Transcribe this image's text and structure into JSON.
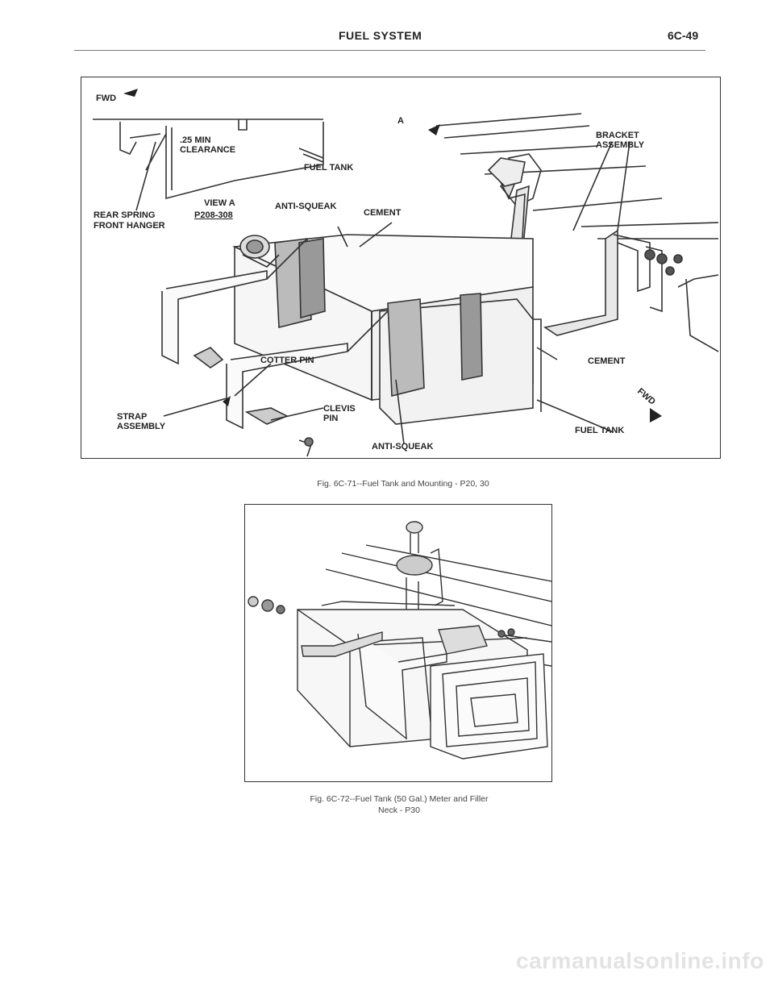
{
  "header": {
    "title": "FUEL SYSTEM",
    "page": "6C-49"
  },
  "figure1": {
    "labels": {
      "fwd_top": "FWD",
      "min_clearance": ".25 MIN",
      "clearance": "CLEARANCE",
      "fuel_tank_top": "FUEL TANK",
      "view_a": "VIEW A",
      "view_code": "P208-308",
      "rear_spring": "REAR SPRING",
      "front_hanger": "FRONT HANGER",
      "a_marker": "A",
      "anti_squeak_top": "ANTI-SQUEAK",
      "cement_top": "CEMENT",
      "bracket": "BRACKET",
      "assembly_bracket": "ASSEMBLY",
      "cotter_pin": "COTTER PIN",
      "cement_right": "CEMENT",
      "fwd_right": "FWD",
      "strap": "STRAP",
      "assembly_strap": "ASSEMBLY",
      "clevis": "CLEVIS",
      "pin": "PIN",
      "fuel_tank_bottom": "FUEL TANK",
      "anti_squeak_bottom": "ANTI-SQUEAK"
    },
    "caption": "Fig. 6C-71--Fuel Tank and Mounting - P20, 30"
  },
  "figure2": {
    "caption_line1": "Fig. 6C-72--Fuel Tank (50 Gal.) Meter and Filler",
    "caption_line2": "Neck - P30"
  },
  "watermark": "carmanualsonline.info"
}
